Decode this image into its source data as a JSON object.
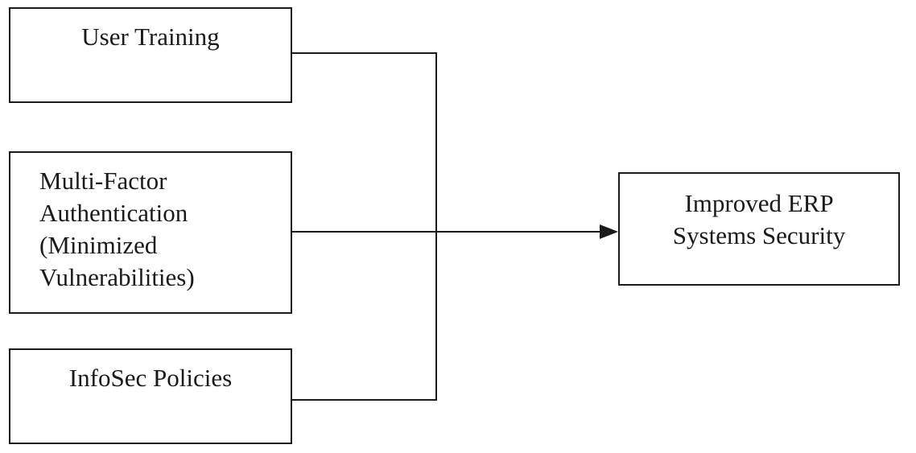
{
  "diagram": {
    "type": "flow-diagram",
    "background_color": "#ffffff",
    "stroke_color": "#1a1a1a",
    "text_color": "#1a1a1a",
    "boxes": {
      "user_training": {
        "label": "User Training",
        "lines": [
          "User Training"
        ]
      },
      "mfa": {
        "label": "Multi-Factor Authentication (Minimized Vulnerabilities)",
        "lines": [
          "Multi-Factor",
          "Authentication",
          "(Minimized",
          "Vulnerabilities)"
        ]
      },
      "infosec": {
        "label": "InfoSec Policies",
        "lines": [
          "InfoSec Policies"
        ]
      },
      "outcome": {
        "label": "Improved ERP Systems Security",
        "lines": [
          "Improved ERP",
          "Systems Security"
        ]
      }
    },
    "connections": [
      {
        "from": "user_training",
        "to": "outcome",
        "style": "line-to-bus"
      },
      {
        "from": "mfa",
        "to": "outcome",
        "style": "arrow"
      },
      {
        "from": "infosec",
        "to": "outcome",
        "style": "line-to-bus"
      }
    ]
  }
}
